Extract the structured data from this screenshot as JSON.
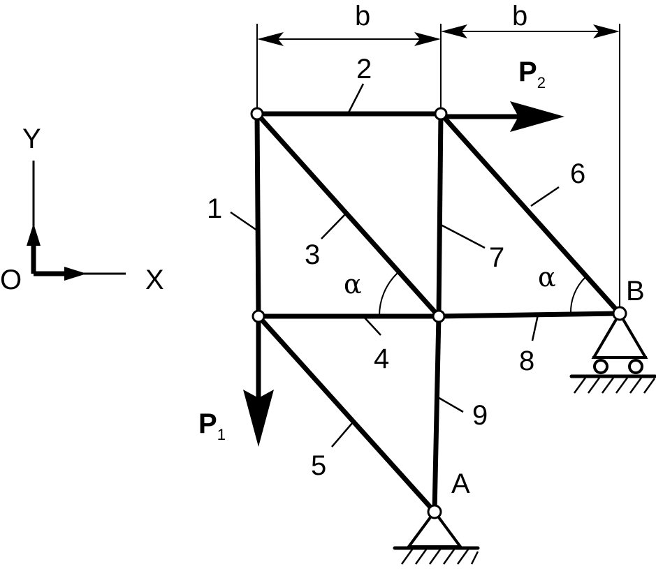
{
  "dimensions": {
    "left": "b",
    "right": "b"
  },
  "loads": {
    "p1": {
      "letter": "P",
      "index": "1"
    },
    "p2": {
      "letter": "P",
      "index": "2"
    }
  },
  "supports": {
    "a": "A",
    "b": "B"
  },
  "axes": {
    "y": "Y",
    "origin": "O",
    "x": "X"
  },
  "angles": {
    "left": "α",
    "right": "α"
  },
  "members": [
    "1",
    "2",
    "3",
    "4",
    "5",
    "6",
    "7",
    "8",
    "9"
  ]
}
